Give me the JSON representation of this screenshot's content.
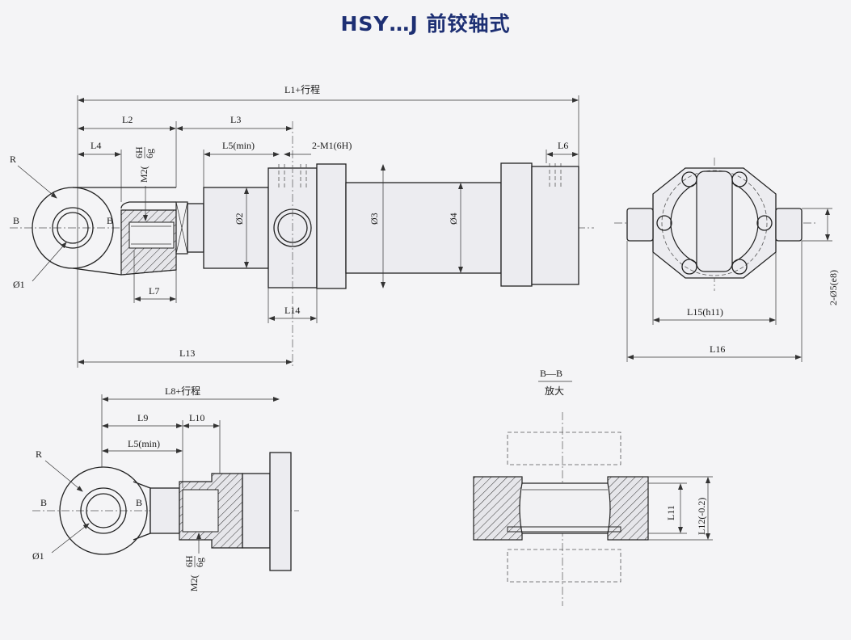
{
  "title": "HSY…J 前铰轴式",
  "labels": {
    "l1": "L1+行程",
    "l2": "L2",
    "l3": "L3",
    "l4": "L4",
    "l5": "L5(min)",
    "l6": "L6",
    "l7": "L7",
    "l13": "L13",
    "l14": "L14",
    "l15": "L15(h11)",
    "l16": "L16",
    "m1": "2-M1(6H)",
    "m2": "M2(6H/6g)",
    "m2_top": "6H",
    "m2_bot": "6g",
    "m2_pre": "M2(",
    "d2": "Ø2",
    "d3": "Ø3",
    "d4": "Ø4",
    "d5": "2-Ø5(e8)",
    "d1": "Ø1",
    "r": "R",
    "b": "B",
    "l8": "L8+行程",
    "l9": "L9",
    "l10": "L10",
    "l11": "L11",
    "l12": "L12(-0.2)",
    "section": "B—B",
    "section_note": "放大"
  }
}
